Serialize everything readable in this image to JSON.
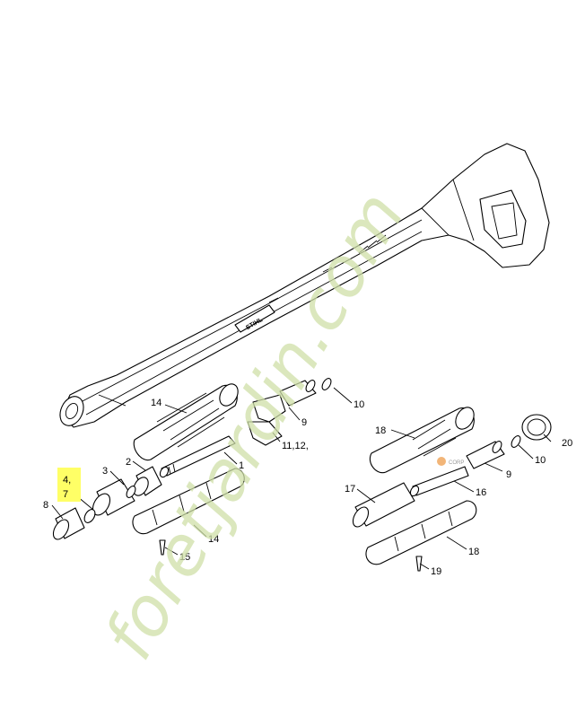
{
  "watermark": {
    "text": "foretjardin.com",
    "color": "#c8dc9c"
  },
  "brand_mark": {
    "text": "STIHL"
  },
  "logo": {
    "text": "CORP"
  },
  "highlight_color": "#ffff66",
  "callouts": {
    "c1": "1",
    "c2": "2",
    "c3": "3",
    "c4": "4,",
    "c7": "7",
    "c8": "8",
    "c9a": "9",
    "c9b": "9",
    "c10a": "10",
    "c10b": "10",
    "c11": "11,12,",
    "c14a": "14",
    "c14b": "14",
    "c15": "15",
    "c16": "16",
    "c17": "17",
    "c18a": "18",
    "c18b": "18",
    "c19": "19",
    "c20": "20"
  }
}
